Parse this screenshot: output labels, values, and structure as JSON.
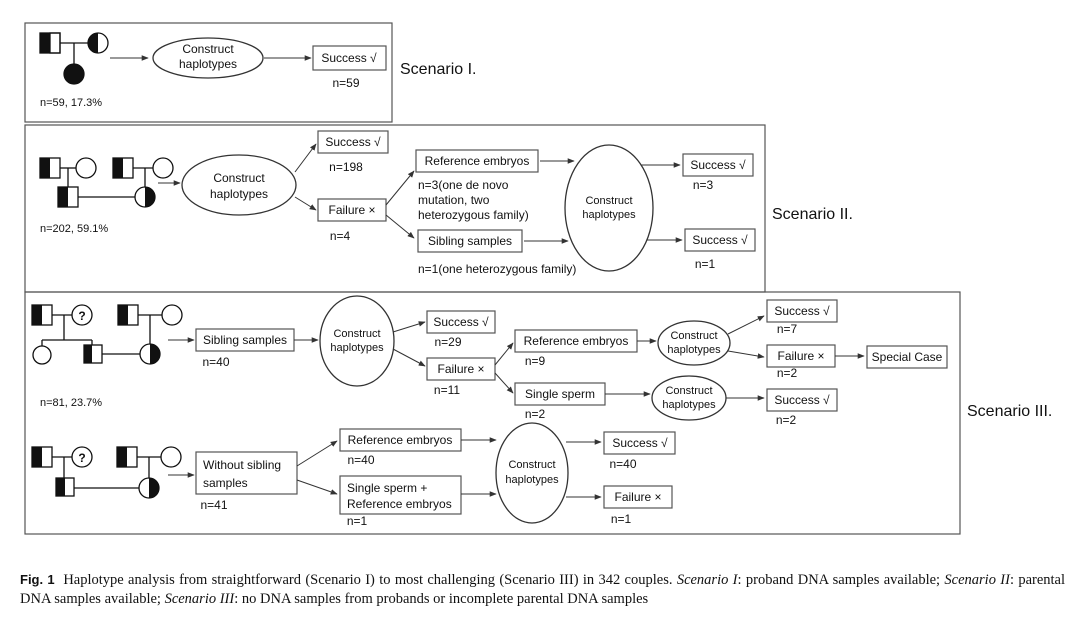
{
  "scenario1": {
    "label": "Scenario I.",
    "count": "n=59, 17.3%",
    "construct": [
      "Construct",
      "haplotypes"
    ],
    "success": "Success √",
    "success_n": "n=59"
  },
  "scenario2": {
    "label": "Scenario II.",
    "count": "n=202, 59.1%",
    "construct": [
      "Construct",
      "haplotypes"
    ],
    "success": "Success √",
    "success_n": "n=198",
    "failure": "Failure ×",
    "failure_n": "n=4",
    "ref_embryos": "Reference embryos",
    "ref_note": [
      "n=3(one de novo",
      "mutation, two",
      "heterozygous family)"
    ],
    "sibling": "Sibling samples",
    "sibling_note": "n=1(one heterozygous family)",
    "construct2": [
      "Construct",
      "haplotypes"
    ],
    "success2": "Success √",
    "success2_n": "n=3",
    "success3": "Success √",
    "success3_n": "n=1"
  },
  "scenario3": {
    "label": "Scenario III.",
    "a": {
      "count": "n=81, 23.7%",
      "sibling": "Sibling samples",
      "sibling_n": "n=40",
      "construct": [
        "Construct",
        "haplotypes"
      ],
      "success": "Success √",
      "success_n": "n=29",
      "failure": "Failure ×",
      "failure_n": "n=11",
      "ref_embryos": "Reference embryos",
      "ref_n": "n=9",
      "single_sperm": "Single sperm",
      "sperm_n": "n=2",
      "construct2": [
        "Construct",
        "haplotypes"
      ],
      "construct3": [
        "Construct",
        "haplotypes"
      ],
      "success2": "Success √",
      "success2_n": "n=7",
      "failure2": "Failure ×",
      "failure2_n": "n=2",
      "special": "Special Case",
      "success3": "Success √",
      "success3_n": "n=2"
    },
    "b": {
      "without": [
        "Without sibling",
        "samples"
      ],
      "without_n": "n=41",
      "ref_embryos": "Reference embryos",
      "ref_n": "n=40",
      "sperm_ref": [
        "Single sperm +",
        "Reference embryos"
      ],
      "sperm_ref_n": "n=1",
      "construct": [
        "Construct",
        "haplotypes"
      ],
      "success": "Success √",
      "success_n": "n=40",
      "failure": "Failure ×",
      "failure_n": "n=1"
    }
  },
  "pedigree_symbol": "?",
  "caption": {
    "fig": "Fig. 1",
    "t1": "Haplotype analysis from straightforward (Scenario I) to most challenging (Scenario III) in 342 couples. ",
    "s1": "Scenario I",
    "t2": ": proband DNA samples available; ",
    "s2": "Scenario II",
    "t3": ": parental DNA samples available; ",
    "s3": "Scenario III",
    "t4": ": no DNA samples from probands or incomplete parental DNA samples"
  }
}
